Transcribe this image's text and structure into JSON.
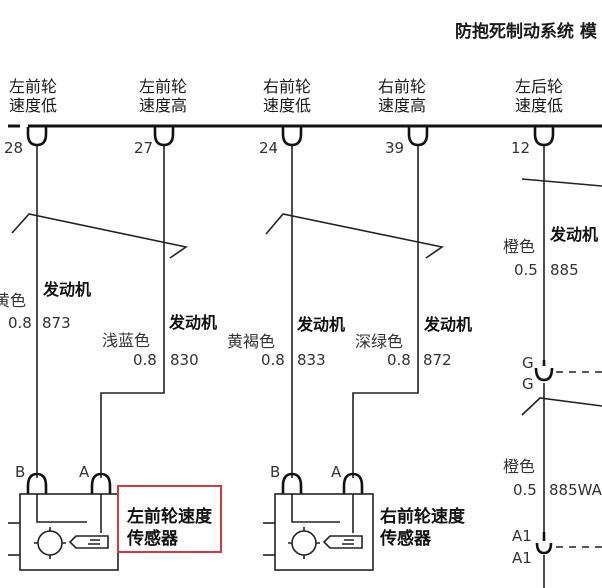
{
  "header": {
    "title": "防抱死制动系统 模"
  },
  "pins": [
    {
      "line1": "左前轮",
      "line2": "速度低",
      "number": "28"
    },
    {
      "line1": "左前轮",
      "line2": "速度高",
      "number": "27"
    },
    {
      "line1": "右前轮",
      "line2": "速度低",
      "number": "24"
    },
    {
      "line1": "右前轮",
      "line2": "速度高",
      "number": "39"
    },
    {
      "line1": "左后轮",
      "line2": "速度低",
      "number": "12"
    }
  ],
  "wires": [
    {
      "color": "黄色",
      "gauge": "0.8",
      "circuit": "873",
      "note": "发动机"
    },
    {
      "color": "浅蓝色",
      "gauge": "0.8",
      "circuit": "830",
      "note": "发动机"
    },
    {
      "color": "黄褐色",
      "gauge": "0.8",
      "circuit": "833",
      "note": "发动机"
    },
    {
      "color": "深绿色",
      "gauge": "0.8",
      "circuit": "872",
      "note": "发动机"
    },
    {
      "color": "橙色",
      "gauge": "0.5",
      "circuit": "885",
      "note": "发动机"
    },
    {
      "color": "橙色",
      "gauge": "0.5",
      "circuit": "885WA",
      "note": ""
    }
  ],
  "connectors": {
    "g_top": "G",
    "g_bottom": "G",
    "a1_top": "A1",
    "a1_bottom": "A1"
  },
  "sensors": [
    {
      "terminal_b": "B",
      "terminal_a": "A",
      "name_line1": "左前轮速度",
      "name_line2": "传感器"
    },
    {
      "terminal_b": "B",
      "terminal_a": "A",
      "name_line1": "右前轮速度",
      "name_line2": "传感器"
    }
  ],
  "colors": {
    "highlight_box": "#d9383a",
    "line": "#222222"
  }
}
